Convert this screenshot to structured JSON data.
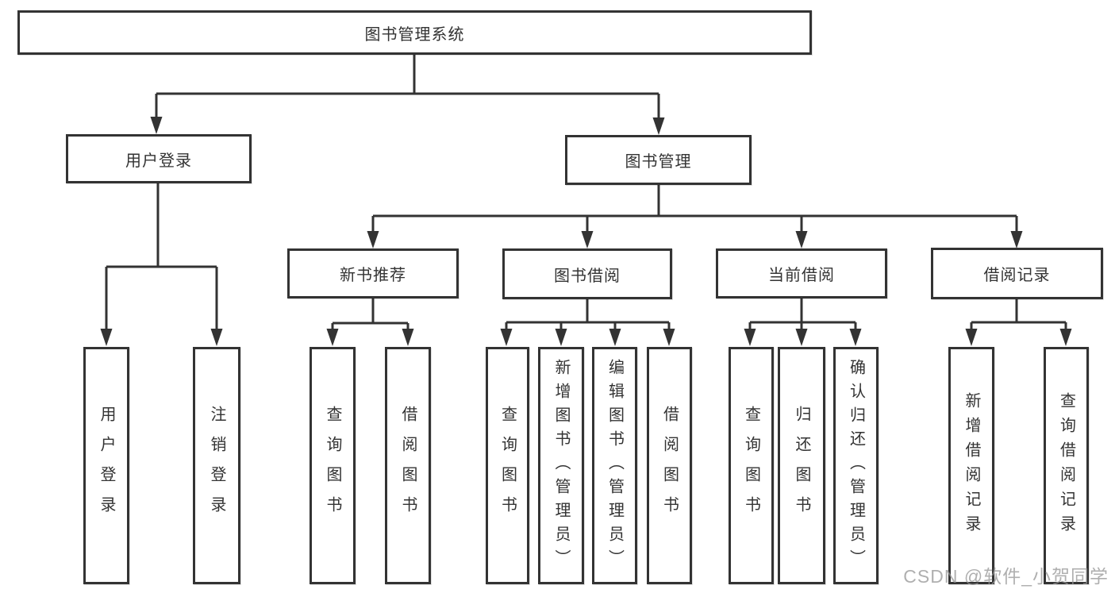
{
  "tree": {
    "root": {
      "label": "图书管理系统"
    },
    "level2": [
      {
        "label": "用户登录"
      },
      {
        "label": "图书管理"
      }
    ],
    "level3": [
      {
        "label": "新书推荐"
      },
      {
        "label": "图书借阅"
      },
      {
        "label": "当前借阅"
      },
      {
        "label": "借阅记录"
      }
    ],
    "leaves": {
      "user_login": [
        {
          "label": "用户登录"
        },
        {
          "label": "注销登录"
        }
      ],
      "new_books": [
        {
          "label": "查询图书"
        },
        {
          "label": "借阅图书"
        }
      ],
      "book_borrow": [
        {
          "label": "查询图书"
        },
        {
          "label": "新增图书（管理员）"
        },
        {
          "label": "编辑图书（管理员）"
        },
        {
          "label": "借阅图书"
        }
      ],
      "current_borrow": [
        {
          "label": "查询图书"
        },
        {
          "label": "归还图书"
        },
        {
          "label": "确认归还（管理员）"
        }
      ],
      "borrow_records": [
        {
          "label": "新增借阅记录"
        },
        {
          "label": "查询借阅记录"
        }
      ]
    }
  },
  "watermark": {
    "text": "CSDN @软件_小贺同学"
  },
  "colors": {
    "line": "#333333",
    "box_border": "#333333",
    "text": "#333333",
    "watermark": "#949494",
    "background": "#ffffff"
  }
}
